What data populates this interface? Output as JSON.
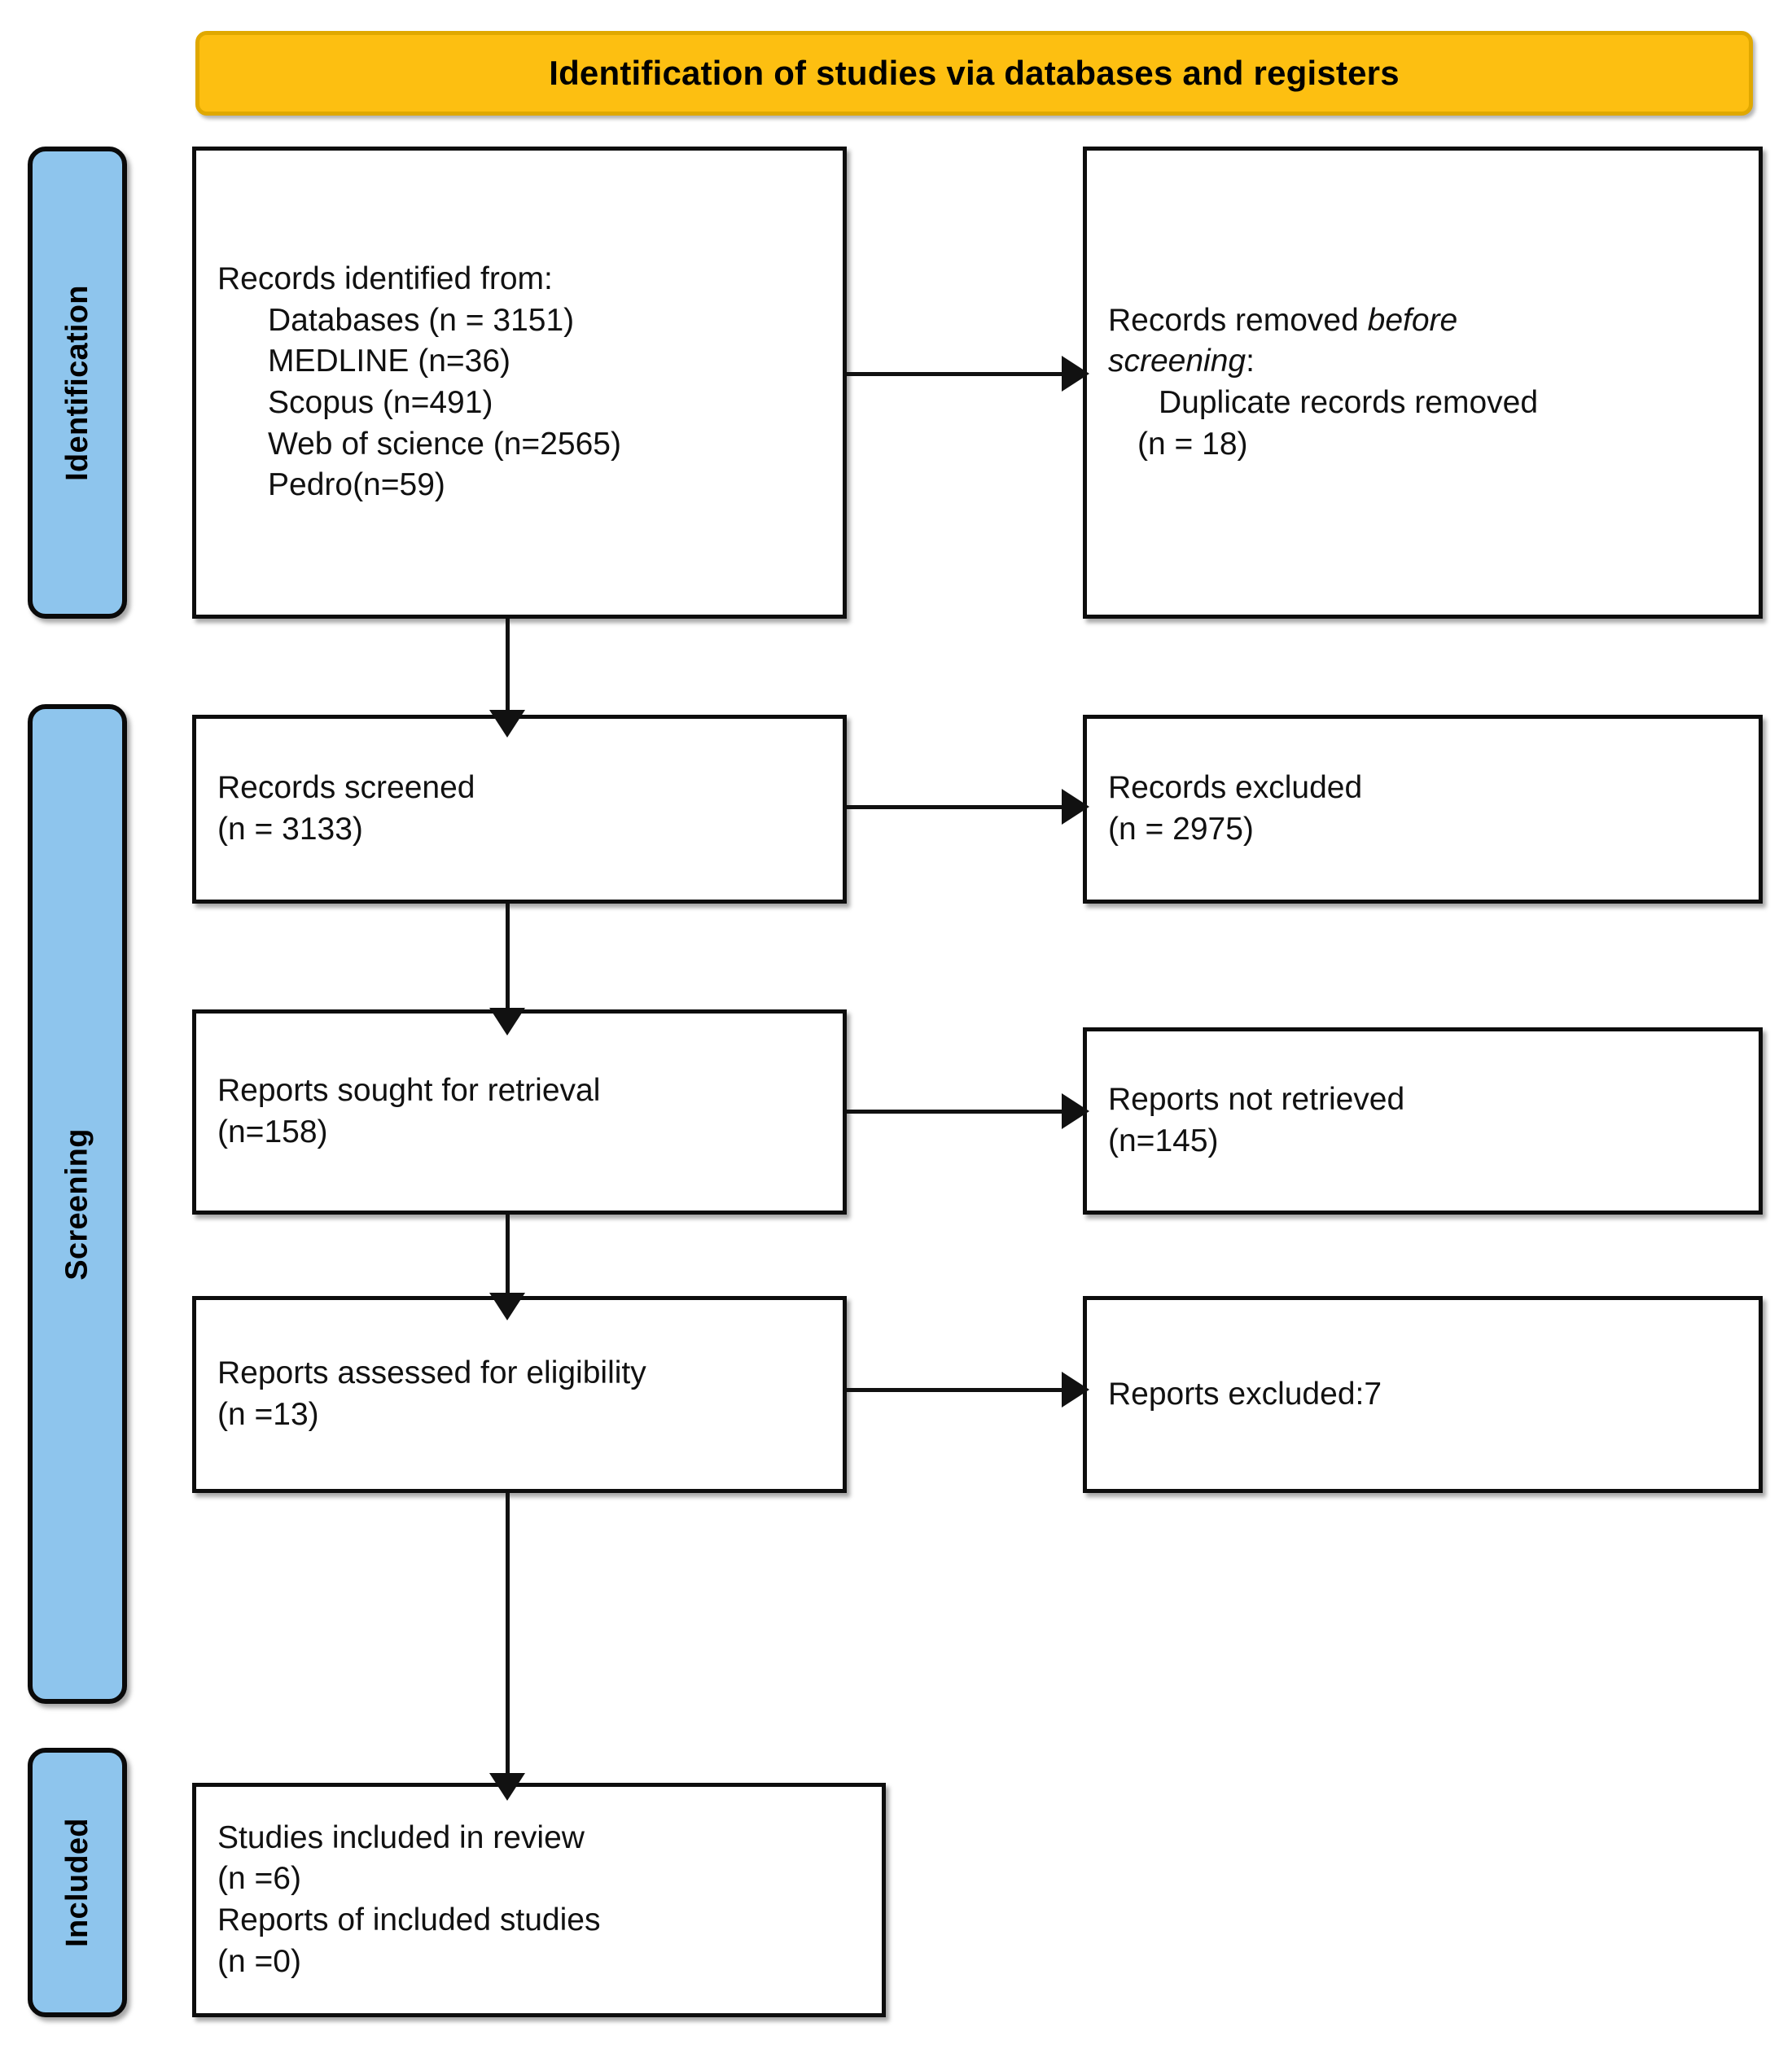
{
  "banner": {
    "title": "Identification of studies via databases and registers"
  },
  "phases": [
    {
      "id": "identification",
      "label": "Identification"
    },
    {
      "id": "screening",
      "label": "Screening"
    },
    {
      "id": "included",
      "label": "Included"
    }
  ],
  "boxes": {
    "identified": {
      "heading": "Records identified from:",
      "items": [
        "Databases (n = 3151)",
        "MEDLINE (n=36)",
        "Scopus (n=491)",
        "Web of science (n=2565)",
        "Pedro(n=59)"
      ]
    },
    "removed": {
      "line1_plain": "Records removed ",
      "line1_italic": "before",
      "line2_italic": "screening",
      "line2_plain": ":",
      "item": "Duplicate records removed",
      "count": "(n = 18)"
    },
    "screened": {
      "label": "Records screened",
      "count": "(n = 3133)"
    },
    "excluded": {
      "label": "Records excluded",
      "count": "(n = 2975)"
    },
    "sought": {
      "label": "Reports sought for retrieval",
      "count": "(n=158)"
    },
    "not_retrieved": {
      "label": "Reports not retrieved",
      "count": "(n=145)"
    },
    "assessed": {
      "label": "Reports assessed for eligibility",
      "count": "(n =13)"
    },
    "reports_excluded": {
      "label": "Reports excluded:7"
    },
    "included": {
      "label1": "Studies included in review",
      "count1": "(n =6)",
      "label2": "Reports of included studies",
      "count2": "(n =0)"
    }
  },
  "colors": {
    "banner_fill": "#FDBF11",
    "banner_border": "#E0A800",
    "phase_fill": "#8EC5ED",
    "box_border": "#0d0d0d",
    "text": "#111111"
  },
  "chart_data": {
    "type": "table",
    "title": "PRISMA 2020 flow diagram for new systematic reviews which included searches of databases and registers only",
    "stages": [
      {
        "stage": "Identification",
        "node": "Records identified from databases",
        "n": 3151
      },
      {
        "stage": "Identification",
        "node": "MEDLINE",
        "n": 36
      },
      {
        "stage": "Identification",
        "node": "Scopus",
        "n": 491
      },
      {
        "stage": "Identification",
        "node": "Web of science",
        "n": 2565
      },
      {
        "stage": "Identification",
        "node": "Pedro",
        "n": 59
      },
      {
        "stage": "Identification",
        "node": "Duplicate records removed before screening",
        "n": 18
      },
      {
        "stage": "Screening",
        "node": "Records screened",
        "n": 3133
      },
      {
        "stage": "Screening",
        "node": "Records excluded",
        "n": 2975
      },
      {
        "stage": "Screening",
        "node": "Reports sought for retrieval",
        "n": 158
      },
      {
        "stage": "Screening",
        "node": "Reports not retrieved",
        "n": 145
      },
      {
        "stage": "Screening",
        "node": "Reports assessed for eligibility",
        "n": 13
      },
      {
        "stage": "Screening",
        "node": "Reports excluded",
        "n": 7
      },
      {
        "stage": "Included",
        "node": "Studies included in review",
        "n": 6
      },
      {
        "stage": "Included",
        "node": "Reports of included studies",
        "n": 0
      }
    ]
  }
}
